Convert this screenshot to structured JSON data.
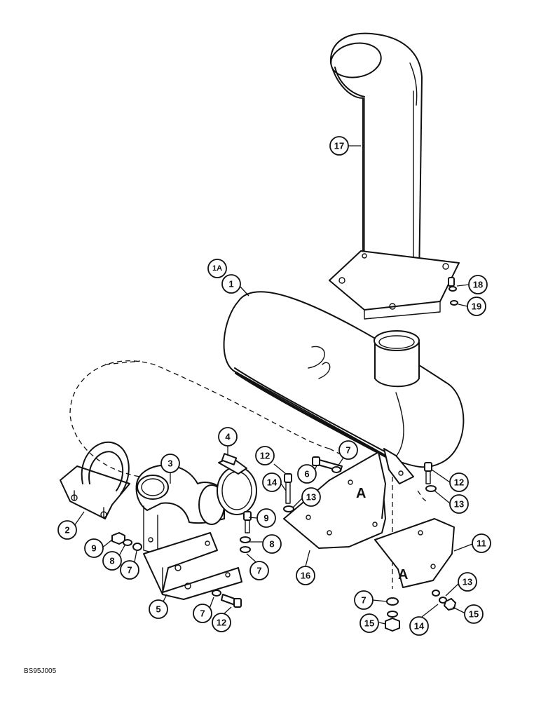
{
  "diagram": {
    "callouts": [
      {
        "id": "c17",
        "label": "17"
      },
      {
        "id": "c1a",
        "label": "1A"
      },
      {
        "id": "c1",
        "label": "1"
      },
      {
        "id": "c18",
        "label": "18"
      },
      {
        "id": "c19",
        "label": "19"
      },
      {
        "id": "c4",
        "label": "4"
      },
      {
        "id": "c3",
        "label": "3"
      },
      {
        "id": "c12a",
        "label": "12"
      },
      {
        "id": "c7a",
        "label": "7"
      },
      {
        "id": "c6",
        "label": "6"
      },
      {
        "id": "c12b",
        "label": "12"
      },
      {
        "id": "c14a",
        "label": "14"
      },
      {
        "id": "c13a",
        "label": "13"
      },
      {
        "id": "c13b",
        "label": "13"
      },
      {
        "id": "c9a",
        "label": "9"
      },
      {
        "id": "c2",
        "label": "2"
      },
      {
        "id": "c9b",
        "label": "9"
      },
      {
        "id": "c8a",
        "label": "8"
      },
      {
        "id": "c7b",
        "label": "7"
      },
      {
        "id": "c8b",
        "label": "8"
      },
      {
        "id": "c7c",
        "label": "7"
      },
      {
        "id": "c16",
        "label": "16"
      },
      {
        "id": "c11",
        "label": "11"
      },
      {
        "id": "c5",
        "label": "5"
      },
      {
        "id": "c7d",
        "label": "7"
      },
      {
        "id": "c12c",
        "label": "12"
      },
      {
        "id": "c13c",
        "label": "13"
      },
      {
        "id": "c7e",
        "label": "7"
      },
      {
        "id": "c15a",
        "label": "15"
      },
      {
        "id": "c14b",
        "label": "14"
      },
      {
        "id": "c15b",
        "label": "15"
      }
    ],
    "marks": {
      "mark_a1": "A",
      "mark_a2": "A"
    },
    "figure_code": "BS95J005"
  }
}
